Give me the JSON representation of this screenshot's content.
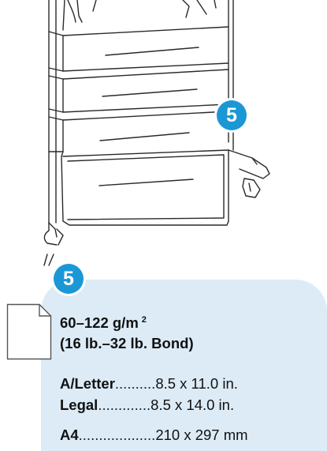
{
  "badges": {
    "drawer_badge": "5",
    "section_badge": "5"
  },
  "colors": {
    "badge": "#1c97d6",
    "panel": "#dcebf6"
  },
  "spec": {
    "weight_metric": "60–122 g/m",
    "weight_metric_sup": "2",
    "weight_imperial": "(16 lb.–32 lb. Bond)",
    "sizes": [
      {
        "name": "A/Letter",
        "dots": "..........",
        "value": "8.5 x 11.0 in."
      },
      {
        "name": "Legal",
        "dots": ".............",
        "value": "8.5 x 14.0 in."
      },
      {
        "name": "A4",
        "dots": "...................",
        "value": "210 x 297 mm"
      }
    ]
  },
  "icons": {
    "printer": "printer-drawers-illustration",
    "paper": "paper-sheet-icon"
  }
}
